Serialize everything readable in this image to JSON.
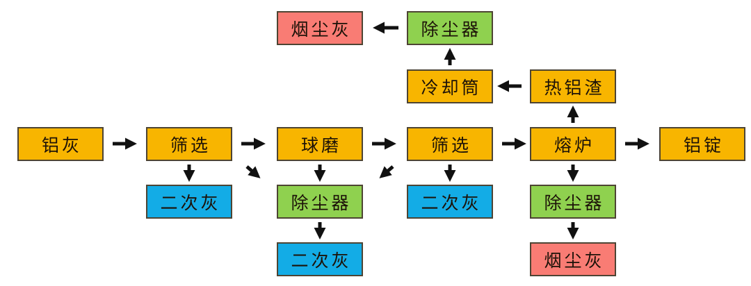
{
  "diagram": {
    "background": "#ffffff",
    "nodes": [
      {
        "id": "yan-chen-hui-top",
        "label": "烟尘灰",
        "category": "smoke-ash"
      },
      {
        "id": "chu-chen-qi-top",
        "label": "除尘器",
        "category": "dust-collector"
      },
      {
        "id": "leng-que-tong",
        "label": "冷却筒",
        "category": "process"
      },
      {
        "id": "re-lv-zha",
        "label": "热铝渣",
        "category": "process"
      },
      {
        "id": "lv-hui",
        "label": "铝灰",
        "category": "process"
      },
      {
        "id": "shai-xuan-1",
        "label": "筛选",
        "category": "process"
      },
      {
        "id": "qiu-mo",
        "label": "球磨",
        "category": "process"
      },
      {
        "id": "shai-xuan-2",
        "label": "筛选",
        "category": "process"
      },
      {
        "id": "rong-lu",
        "label": "熔炉",
        "category": "process"
      },
      {
        "id": "lv-ding",
        "label": "铝锭",
        "category": "process"
      },
      {
        "id": "er-ci-hui-1",
        "label": "二次灰",
        "category": "secondary-ash"
      },
      {
        "id": "chu-chen-qi-mid",
        "label": "除尘器",
        "category": "dust-collector"
      },
      {
        "id": "er-ci-hui-2",
        "label": "二次灰",
        "category": "secondary-ash"
      },
      {
        "id": "chu-chen-qi-right",
        "label": "除尘器",
        "category": "dust-collector"
      },
      {
        "id": "er-ci-hui-3",
        "label": "二次灰",
        "category": "secondary-ash"
      },
      {
        "id": "yan-chen-hui-bottom",
        "label": "烟尘灰",
        "category": "smoke-ash"
      }
    ],
    "edges": [
      {
        "from": "lv-hui",
        "to": "shai-xuan-1",
        "direction": "right"
      },
      {
        "from": "shai-xuan-1",
        "to": "qiu-mo",
        "direction": "right"
      },
      {
        "from": "qiu-mo",
        "to": "shai-xuan-2",
        "direction": "right"
      },
      {
        "from": "shai-xuan-2",
        "to": "rong-lu",
        "direction": "right"
      },
      {
        "from": "rong-lu",
        "to": "lv-ding",
        "direction": "right"
      },
      {
        "from": "rong-lu",
        "to": "re-lv-zha",
        "direction": "up"
      },
      {
        "from": "re-lv-zha",
        "to": "leng-que-tong",
        "direction": "left"
      },
      {
        "from": "leng-que-tong",
        "to": "chu-chen-qi-top",
        "direction": "up"
      },
      {
        "from": "chu-chen-qi-top",
        "to": "yan-chen-hui-top",
        "direction": "left"
      },
      {
        "from": "shai-xuan-1",
        "to": "er-ci-hui-1",
        "direction": "down"
      },
      {
        "from": "shai-xuan-1",
        "to": "chu-chen-qi-mid",
        "direction": "down-right"
      },
      {
        "from": "qiu-mo",
        "to": "chu-chen-qi-mid",
        "direction": "down"
      },
      {
        "from": "shai-xuan-2",
        "to": "chu-chen-qi-mid",
        "direction": "down-left"
      },
      {
        "from": "shai-xuan-2",
        "to": "er-ci-hui-2",
        "direction": "down"
      },
      {
        "from": "chu-chen-qi-mid",
        "to": "er-ci-hui-3",
        "direction": "down"
      },
      {
        "from": "rong-lu",
        "to": "chu-chen-qi-right",
        "direction": "down"
      },
      {
        "from": "chu-chen-qi-right",
        "to": "yan-chen-hui-bottom",
        "direction": "down"
      }
    ],
    "colors": {
      "process": "#F8B500",
      "dust_collector": "#8FD14F",
      "secondary_ash": "#13ACE6",
      "smoke_ash": "#F97C74",
      "arrow": "#111111",
      "node_border": "#4D4433",
      "text": "#1C1208"
    }
  }
}
